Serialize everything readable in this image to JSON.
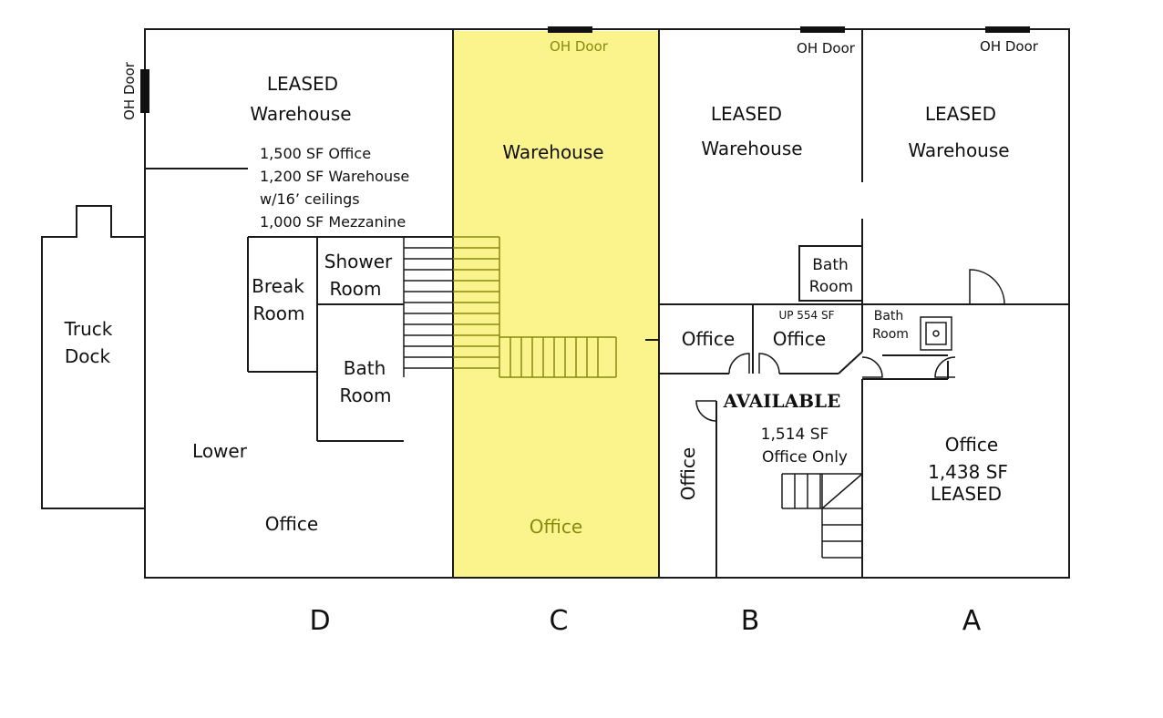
{
  "colors": {
    "highlight": "#fbf38c",
    "highlight_text": "#8a8a10",
    "wall": "#1a1a1a"
  },
  "labels": {
    "oh_door_left": "OH Door",
    "oh_door_c": "OH Door",
    "oh_door_b": "OH Door",
    "oh_door_a": "OH Door",
    "d_leased": "LEASED",
    "d_warehouse": "Warehouse",
    "d_info_1": "1,500 SF Office",
    "d_info_2": "1,200 SF Warehouse",
    "d_info_3": "w/16’ ceilings",
    "d_info_4": "1,000 SF Mezzanine",
    "break_1": "Break",
    "break_2": "Room",
    "shower_1": "Shower",
    "shower_2": "Room",
    "bath_d_1": "Bath",
    "bath_d_2": "Room",
    "truck_1": "Truck",
    "truck_2": "Dock",
    "lower": "Lower",
    "d_office": "Office",
    "c_warehouse": "Warehouse",
    "c_office": "Office",
    "b_leased": "LEASED",
    "b_warehouse": "Warehouse",
    "a_leased": "LEASED",
    "a_warehouse": "Warehouse",
    "bath_b_1": "Bath",
    "bath_b_2": "Room",
    "b_office_1": "Office",
    "b_up": "UP 554 SF",
    "b_office_2": "Office",
    "available": "AVAILABLE",
    "b_sf": "1,514 SF",
    "b_office_only": "Office Only",
    "b_office_vert": "Office",
    "bath_a_1": "Bath",
    "bath_a_2": "Room",
    "a_office": "Office",
    "a_sf": "1,438 SF",
    "a_leased2": "LEASED"
  },
  "units": {
    "d": "D",
    "c": "C",
    "b": "B",
    "a": "A"
  }
}
